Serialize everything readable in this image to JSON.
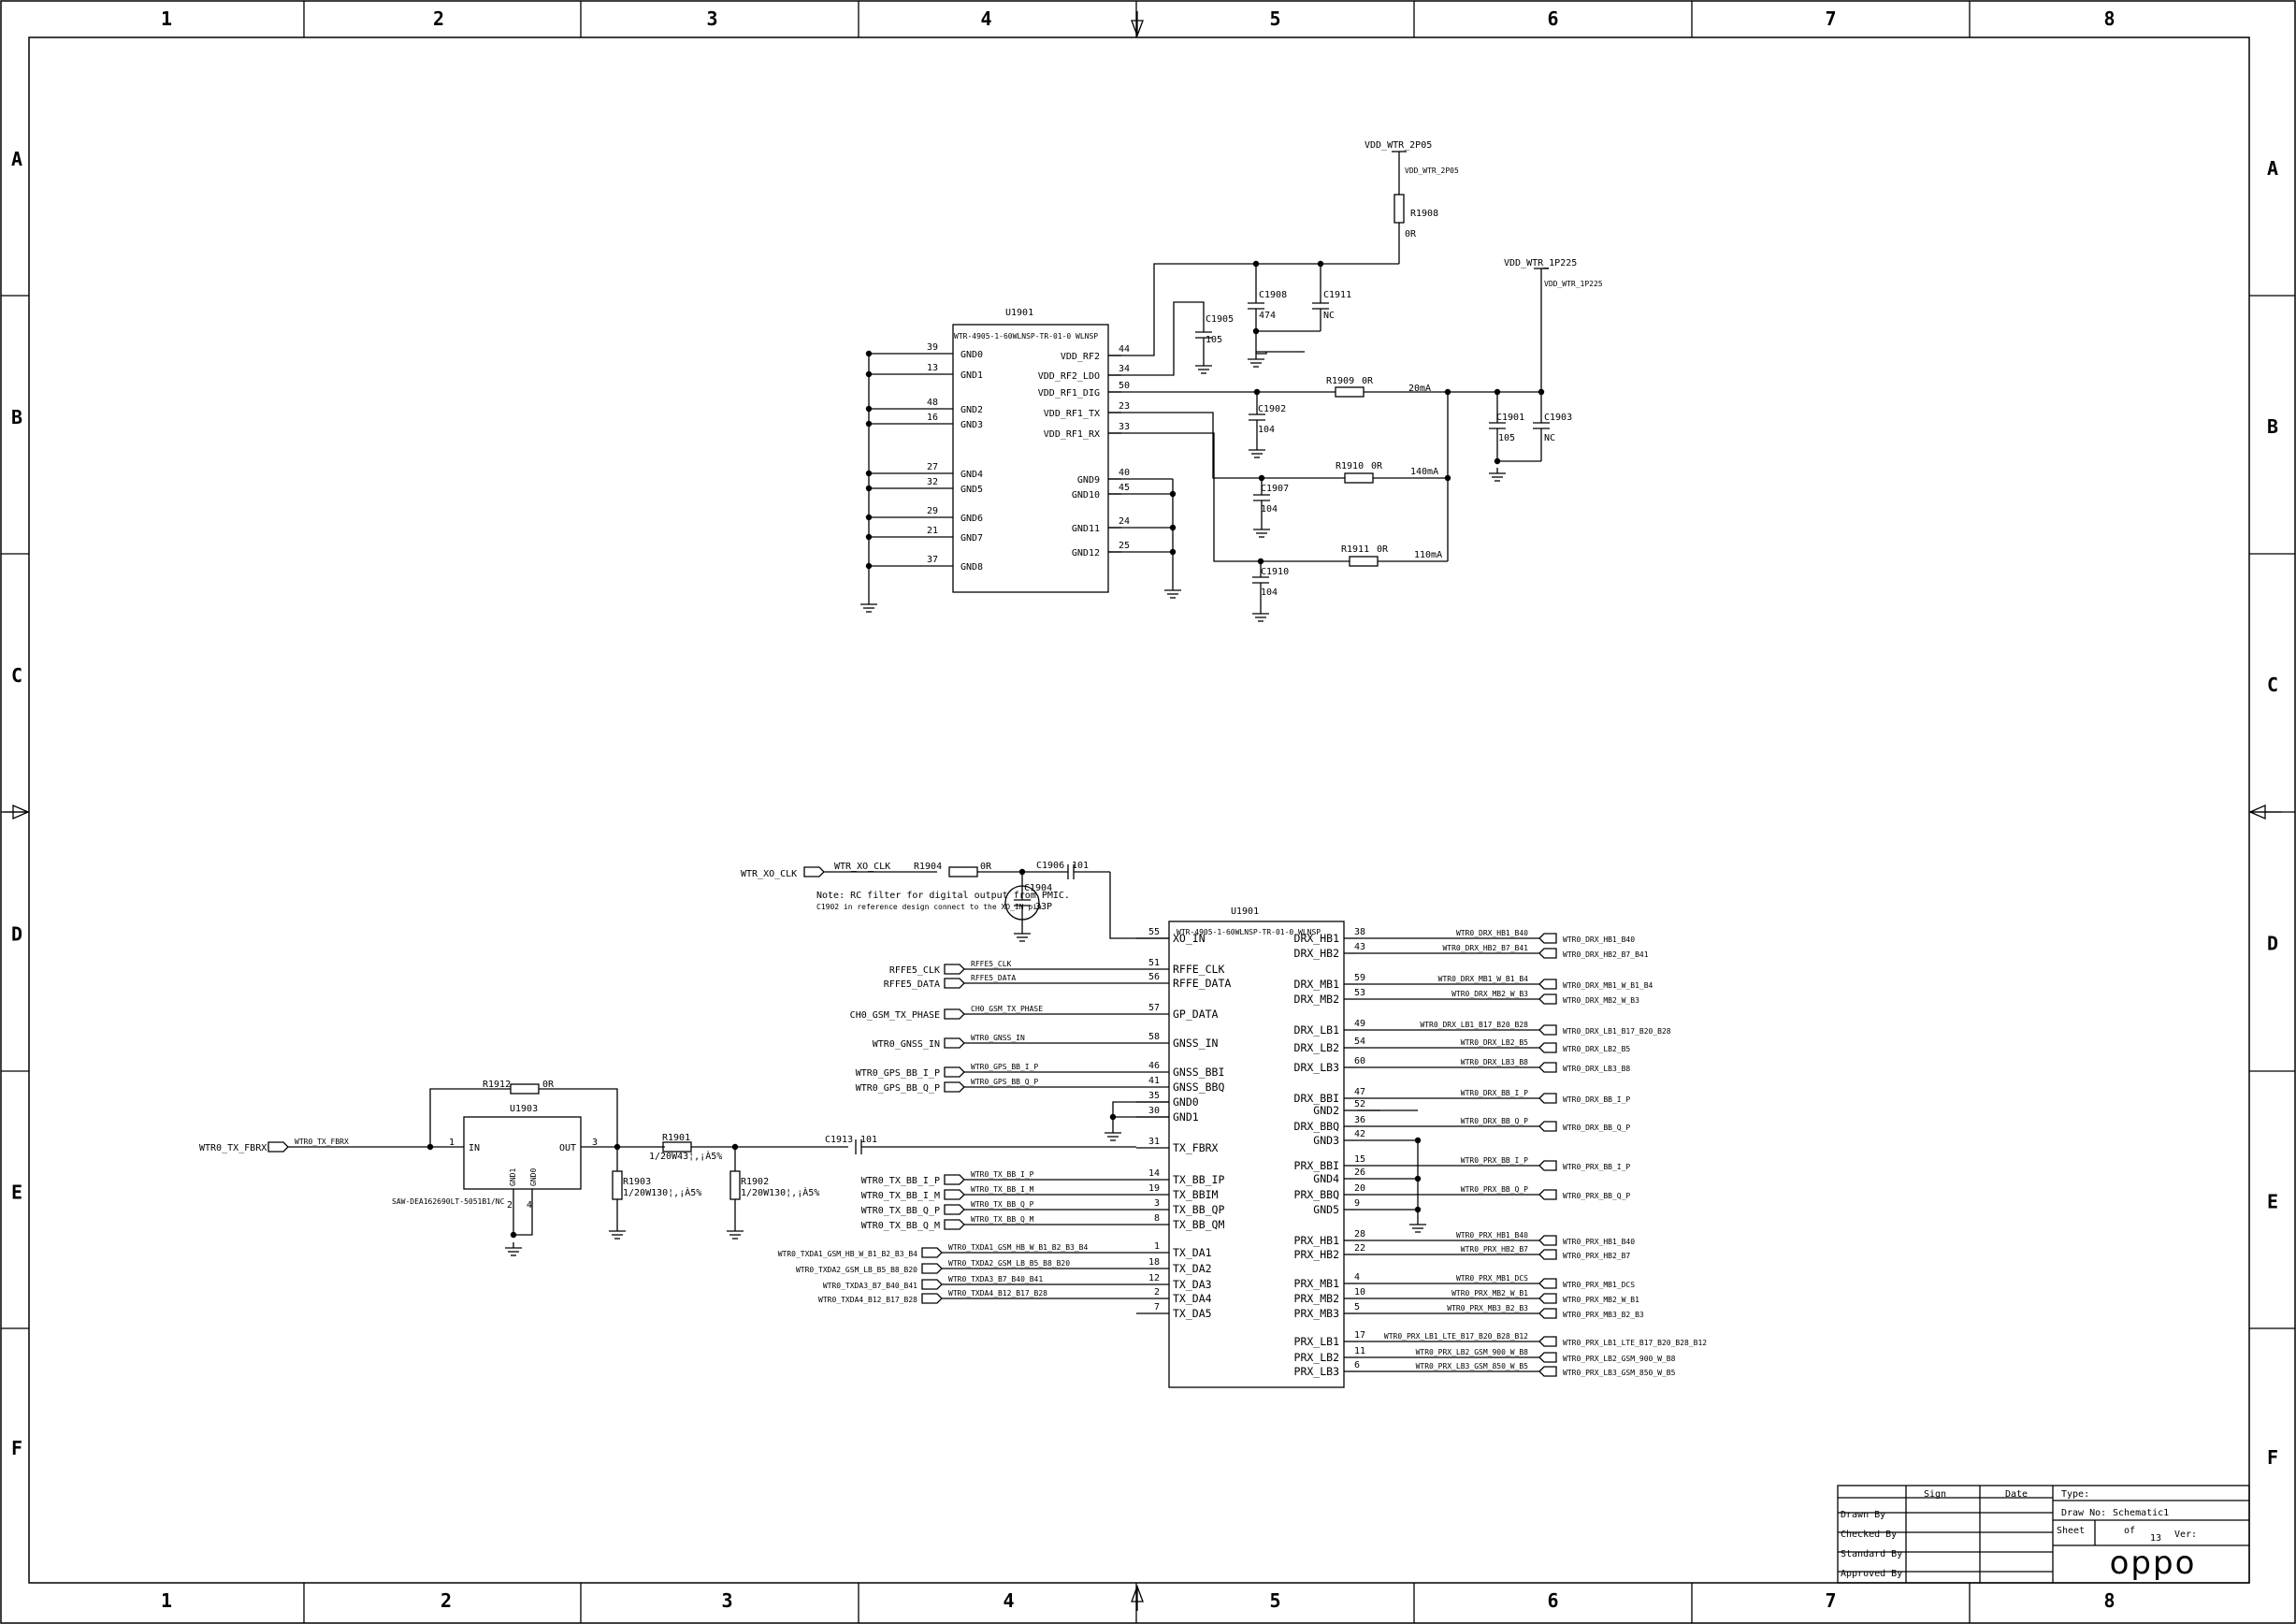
{
  "frame": {
    "columns": [
      "1",
      "2",
      "3",
      "4",
      "5",
      "6",
      "7",
      "8"
    ],
    "rows": [
      "A",
      "B",
      "C",
      "D",
      "E",
      "F"
    ]
  },
  "rails": {
    "vdd_wtr_2p05": "VDD_WTR_2P05",
    "vdd_wtr_1p225": "VDD_WTR_1P225"
  },
  "u1901a": {
    "ref": "U1901",
    "part": "WTR-4905-1-60WLNSP-TR-01-0 WLNSP",
    "left_pins": [
      {
        "num": "39",
        "name": "GND0"
      },
      {
        "num": "13",
        "name": "GND1"
      },
      {
        "num": "48",
        "name": "GND2"
      },
      {
        "num": "16",
        "name": "GND3"
      },
      {
        "num": "27",
        "name": "GND4"
      },
      {
        "num": "32",
        "name": "GND5"
      },
      {
        "num": "29",
        "name": "GND6"
      },
      {
        "num": "21",
        "name": "GND7"
      },
      {
        "num": "37",
        "name": "GND8"
      }
    ],
    "right_pins": [
      {
        "num": "44",
        "name": "VDD_RF2"
      },
      {
        "num": "34",
        "name": "VDD_RF2_LDO"
      },
      {
        "num": "50",
        "name": "VDD_RF1_DIG"
      },
      {
        "num": "23",
        "name": "VDD_RF1_TX"
      },
      {
        "num": "33",
        "name": "VDD_RF1_RX"
      },
      {
        "num": "40",
        "name": "GND9"
      },
      {
        "num": "45",
        "name": "GND10"
      },
      {
        "num": "24",
        "name": "GND11"
      },
      {
        "num": "25",
        "name": "GND12"
      }
    ]
  },
  "power_parts": {
    "r1908": {
      "ref": "R1908",
      "val": "0R"
    },
    "c1905": {
      "ref": "C1905",
      "val": "105"
    },
    "c1908": {
      "ref": "C1908",
      "val": "474"
    },
    "c1911": {
      "ref": "C1911",
      "val": "NC"
    },
    "c1902": {
      "ref": "C1902",
      "val": "104"
    },
    "c1907": {
      "ref": "C1907",
      "val": "104"
    },
    "c1910": {
      "ref": "C1910",
      "val": "104"
    },
    "r1909": {
      "ref": "R1909",
      "val": "0R"
    },
    "r1910": {
      "ref": "R1910",
      "val": "0R"
    },
    "r1911": {
      "ref": "R1911",
      "val": "0R"
    },
    "c1901": {
      "ref": "C1901",
      "val": "105"
    },
    "c1903": {
      "ref": "C1903",
      "val": "NC"
    },
    "i_20": "20mA",
    "i_140": "140mA",
    "i_110": "110mA"
  },
  "xo": {
    "port": "WTR_XO_CLK",
    "net": "WTR_XO_CLK",
    "r1904": {
      "ref": "R1904",
      "val": "0R"
    },
    "c1906": {
      "ref": "C1906",
      "val": "101"
    },
    "c1904": {
      "ref": "C1904",
      "val": "33P"
    },
    "note": "Note: RC filter for digital output from PMIC.",
    "note2": "C1902 in reference design connect to the XO_IN pin"
  },
  "u1901b": {
    "ref": "U1901",
    "part": "WTR-4905-1-60WLNSP-TR-01-0 WLNSP",
    "left_pins": [
      {
        "num": "55",
        "name": "XO_IN"
      },
      {
        "num": "51",
        "name": "RFFE_CLK"
      },
      {
        "num": "56",
        "name": "RFFE_DATA"
      },
      {
        "num": "57",
        "name": "GP_DATA"
      },
      {
        "num": "58",
        "name": "GNSS_IN"
      },
      {
        "num": "46",
        "name": "GNSS_BBI"
      },
      {
        "num": "41",
        "name": "GNSS_BBQ"
      },
      {
        "num": "35",
        "name": "GND0"
      },
      {
        "num": "30",
        "name": "GND1"
      },
      {
        "num": "31",
        "name": "TX_FBRX"
      },
      {
        "num": "14",
        "name": "TX_BB_IP"
      },
      {
        "num": "19",
        "name": "TX_BBIM"
      },
      {
        "num": "3",
        "name": "TX_BB_QP"
      },
      {
        "num": "8",
        "name": "TX_BB_QM"
      },
      {
        "num": "1",
        "name": "TX_DA1"
      },
      {
        "num": "18",
        "name": "TX_DA2"
      },
      {
        "num": "12",
        "name": "TX_DA3"
      },
      {
        "num": "2",
        "name": "TX_DA4"
      },
      {
        "num": "7",
        "name": "TX_DA5"
      }
    ],
    "right_pins": [
      {
        "num": "38",
        "name": "DRX_HB1",
        "net": "WTR0_DRX_HB1_B40",
        "port": "WTR0_DRX_HB1_B40"
      },
      {
        "num": "43",
        "name": "DRX_HB2",
        "net": "WTR0_DRX_HB2_B7_B41",
        "port": "WTR0_DRX_HB2_B7_B41"
      },
      {
        "num": "59",
        "name": "DRX_MB1",
        "net": "WTR0_DRX_MB1_W_B1_B4",
        "port": "WTR0_DRX_MB1_W_B1_B4"
      },
      {
        "num": "53",
        "name": "DRX_MB2",
        "net": "WTR0_DRX_MB2_W_B3",
        "port": "WTR0_DRX_MB2_W_B3"
      },
      {
        "num": "49",
        "name": "DRX_LB1",
        "net": "WTR0_DRX_LB1_B17_B20_B28",
        "port": "WTR0_DRX_LB1_B17_B20_B28"
      },
      {
        "num": "54",
        "name": "DRX_LB2",
        "net": "WTR0_DRX_LB2_B5",
        "port": "WTR0_DRX_LB2_B5"
      },
      {
        "num": "60",
        "name": "DRX_LB3",
        "net": "WTR0_DRX_LB3_B8",
        "port": "WTR0_DRX_LB3_B8"
      },
      {
        "num": "47",
        "name": "DRX_BBI",
        "net": "WTR0_DRX_BB_I_P",
        "port": "WTR0_DRX_BB_I_P"
      },
      {
        "num": "52",
        "name": "GND2",
        "net": "",
        "port": ""
      },
      {
        "num": "36",
        "name": "DRX_BBQ",
        "net": "WTR0_DRX_BB_Q_P",
        "port": "WTR0_DRX_BB_Q_P"
      },
      {
        "num": "42",
        "name": "GND3",
        "net": "",
        "port": ""
      },
      {
        "num": "15",
        "name": "PRX_BBI",
        "net": "WTR0_PRX_BB_I_P",
        "port": "WTR0_PRX_BB_I_P"
      },
      {
        "num": "26",
        "name": "GND4",
        "net": "",
        "port": ""
      },
      {
        "num": "20",
        "name": "PRX_BBQ",
        "net": "WTR0_PRX_BB_Q_P",
        "port": "WTR0_PRX_BB_Q_P"
      },
      {
        "num": "9",
        "name": "GND5",
        "net": "",
        "port": ""
      },
      {
        "num": "28",
        "name": "PRX_HB1",
        "net": "WTR0_PRX_HB1_B40",
        "port": "WTR0_PRX_HB1_B40"
      },
      {
        "num": "22",
        "name": "PRX_HB2",
        "net": "WTR0_PRX_HB2_B7",
        "port": "WTR0_PRX_HB2_B7"
      },
      {
        "num": "4",
        "name": "PRX_MB1",
        "net": "WTR0_PRX_MB1_DCS",
        "port": "WTR0_PRX_MB1_DCS"
      },
      {
        "num": "10",
        "name": "PRX_MB2",
        "net": "WTR0_PRX_MB2_W_B1",
        "port": "WTR0_PRX_MB2_W_B1"
      },
      {
        "num": "5",
        "name": "PRX_MB3",
        "net": "WTR0_PRX_MB3_B2_B3",
        "port": "WTR0_PRX_MB3_B2_B3"
      },
      {
        "num": "17",
        "name": "PRX_LB1",
        "net": "WTR0_PRX_LB1_LTE_B17_B20_B28_B12",
        "port": "WTR0_PRX_LB1_LTE_B17_B20_B28_B12"
      },
      {
        "num": "11",
        "name": "PRX_LB2",
        "net": "WTR0_PRX_LB2_GSM_900_W_B8",
        "port": "WTR0_PRX_LB2_GSM_900_W_B8"
      },
      {
        "num": "6",
        "name": "PRX_LB3",
        "net": "WTR0_PRX_LB3_GSM_850_W_B5",
        "port": "WTR0_PRX_LB3_GSM_850_W_B5"
      }
    ]
  },
  "left_ports": {
    "rffe_clk": {
      "port": "RFFE5_CLK",
      "net": "RFFE5_CLK"
    },
    "rffe_data": {
      "port": "RFFE5_DATA",
      "net": "RFFE5_DATA"
    },
    "gp_data": {
      "port": "CH0_GSM_TX_PHASE",
      "net": "CH0_GSM_TX_PHASE"
    },
    "gnss_in": {
      "port": "WTR0_GNSS_IN",
      "net": "WTR0_GNSS_IN"
    },
    "gps_i": {
      "port": "WTR0_GPS_BB_I_P",
      "net": "WTR0_GPS_BB_I_P"
    },
    "gps_q": {
      "port": "WTR0_GPS_BB_Q_P",
      "net": "WTR0_GPS_BB_Q_P"
    },
    "tx_i_p": {
      "port": "WTR0_TX_BB_I_P",
      "net": "WTR0_TX_BB_I_P"
    },
    "tx_i_m": {
      "port": "WTR0_TX_BB_I_M",
      "net": "WTR0_TX_BB_I_M"
    },
    "tx_q_p": {
      "port": "WTR0_TX_BB_Q_P",
      "net": "WTR0_TX_BB_Q_P"
    },
    "tx_q_m": {
      "port": "WTR0_TX_BB_Q_M",
      "net": "WTR0_TX_BB_Q_M"
    },
    "da1": {
      "port": "WTR0_TXDA1_GSM_HB_W_B1_B2_B3_B4",
      "net": "WTR0_TXDA1_GSM_HB_W_B1_B2_B3_B4"
    },
    "da2": {
      "port": "WTR0_TXDA2_GSM_LB_B5_B8_B20",
      "net": "WTR0_TXDA2_GSM_LB_B5_B8_B20"
    },
    "da3": {
      "port": "WTR0_TXDA3_B7_B40_B41",
      "net": "WTR0_TXDA3_B7_B40_B41"
    },
    "da4": {
      "port": "WTR0_TXDA4_B12_B17_B28",
      "net": "WTR0_TXDA4_B12_B17_B28"
    }
  },
  "fbrx": {
    "port": "WTR0_TX_FBRX",
    "net": "WTR0_TX_FBRX",
    "u1903": {
      "ref": "U1903",
      "part": "SAW-DEA162690LT-5051B1/NC",
      "in": "IN",
      "out": "OUT",
      "gnd1": "GND1",
      "gnd0": "GND0",
      "p1": "1",
      "p3": "3",
      "p2": "2",
      "p4": "4"
    },
    "r1912": {
      "ref": "R1912",
      "val": "0R"
    },
    "r1901": {
      "ref": "R1901",
      "val": "1/20W43¦,¡À5%"
    },
    "r1903": {
      "ref": "R1903",
      "val": "1/20W130¦,¡À5%"
    },
    "r1902": {
      "ref": "R1902",
      "val": "1/20W130¦,¡À5%"
    },
    "c1913": {
      "ref": "C1913",
      "val": "101"
    }
  },
  "title_block": {
    "sign": "Sign",
    "date": "Date",
    "type": "Type:",
    "drawn_by": "Drawn By",
    "checked_by": "Checked By",
    "standard_by": "Standard By",
    "approved_by": "Approved By",
    "draw_no": "Draw No:",
    "draw_no_val": "Schematic1",
    "sheet": "Sheet",
    "of": "of",
    "sheet_total": "13",
    "ver": "Ver:",
    "logo": "oppo"
  }
}
